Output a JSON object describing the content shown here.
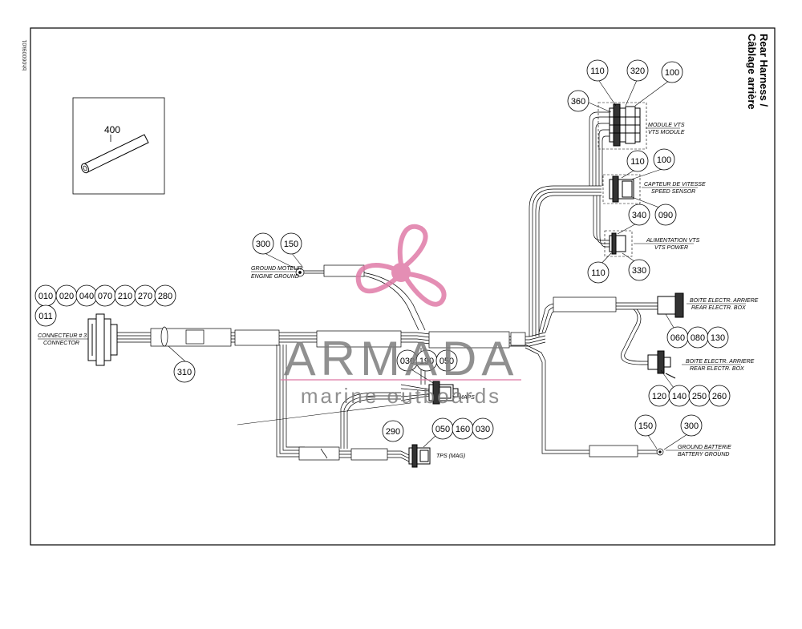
{
  "doc_code": "bh06009k01",
  "title": {
    "line1": "Rear Harness /",
    "line2": "Câblage arrière"
  },
  "inset_label": "400",
  "callouts": {
    "c010": "010",
    "c020": "020",
    "c040": "040",
    "c070": "070",
    "c210": "210",
    "c270": "270",
    "c280": "280",
    "c011": "011",
    "c310": "310",
    "c300a": "300",
    "c150a": "150",
    "c030a": "030",
    "c190": "190",
    "c050a": "050",
    "c290": "290",
    "c050b": "050",
    "c160": "160",
    "c030b": "030",
    "c110a": "110",
    "c320": "320",
    "c100a": "100",
    "c360": "360",
    "c110b": "110",
    "c100b": "100",
    "c090": "090",
    "c340": "340",
    "c110c": "110",
    "c330": "330",
    "c060": "060",
    "c080": "080",
    "c130": "130",
    "c120": "120",
    "c140": "140",
    "c250": "250",
    "c260": "260",
    "c150b": "150",
    "c300b": "300"
  },
  "labels": {
    "connector_fr": "CONNECTEUR # 3",
    "connector_en": "CONNECTOR",
    "engine_ground_fr": "GROUND MOTEUR",
    "engine_ground_en": "ENGINE GROUND",
    "maps": "MAPS",
    "tps": "TPS (MAG)",
    "vts_module_fr": "MODULE VTS",
    "vts_module_en": "VTS MODULE",
    "speed_sensor_fr": "CAPTEUR DE VITESSE",
    "speed_sensor_en": "SPEED SENSOR",
    "vts_power_fr": "ALIMENTATION VTS",
    "vts_power_en": "VTS POWER",
    "rear_box1_fr": "BOITE ELECTR. ARRIERE",
    "rear_box1_en": "REAR ELECTR. BOX",
    "rear_box2_fr": "BOITE ELECTR. ARRIERE",
    "rear_box2_en": "REAR ELECTR. BOX",
    "battery_ground_fr": "GROUND BATTERIE",
    "battery_ground_en": "BATTERY GROUND"
  },
  "watermark": {
    "name": "ARMADA",
    "tagline": "marine outboards",
    "color": "#e07ba8"
  }
}
